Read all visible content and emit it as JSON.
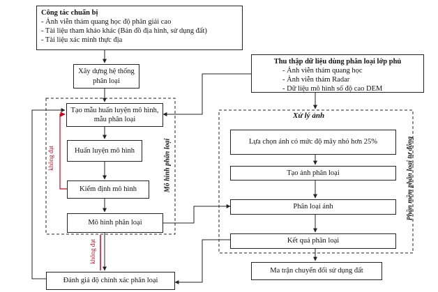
{
  "prep": {
    "title": "Công tác chuẩn bị",
    "items": [
      "- Ảnh viễn thám quang học độ phân giải cao",
      "- Tài liệu tham khảo khác (Bản đồ địa hình, sử dụng đất)",
      "- Tài liệu xác minh thực địa"
    ]
  },
  "data_collect": {
    "title": "Thu thập dữ liệu dùng phân loại lớp phủ",
    "items": [
      "- Ảnh viễn thám quang học",
      "- Ảnh viễn thám Radar",
      "- Dữ liệu mô hình số độ cao DEM"
    ]
  },
  "system": "Xây dựng hệ thống phân loại",
  "model_group": {
    "label": "Mô hình phân loại",
    "sample": "Tạo mẫu huấn luyện mô hình, mẫu phân loại",
    "train": "Huấn luyện mô hình",
    "verify": "Kiểm định mô hình",
    "model": "Mô hình phân loại"
  },
  "image_group": {
    "title": "Xử lý ảnh",
    "label": "Phần mềm phân loại tự động",
    "select": "Lựa chọn ảnh có mức độ mây nhỏ hơn 25%",
    "create": "Tạo ảnh phân loại",
    "classify": "Phân loại ảnh",
    "result": "Kết quả phân loại"
  },
  "accuracy": "Đánh giá độ chính xác phân loại",
  "matrix": "Ma trận chuyển đổi sử dụng đất",
  "feedback": {
    "inner": "không đạt",
    "outer": "không đạt"
  },
  "colors": {
    "line": "#222222",
    "feedback": "#d0021b"
  }
}
